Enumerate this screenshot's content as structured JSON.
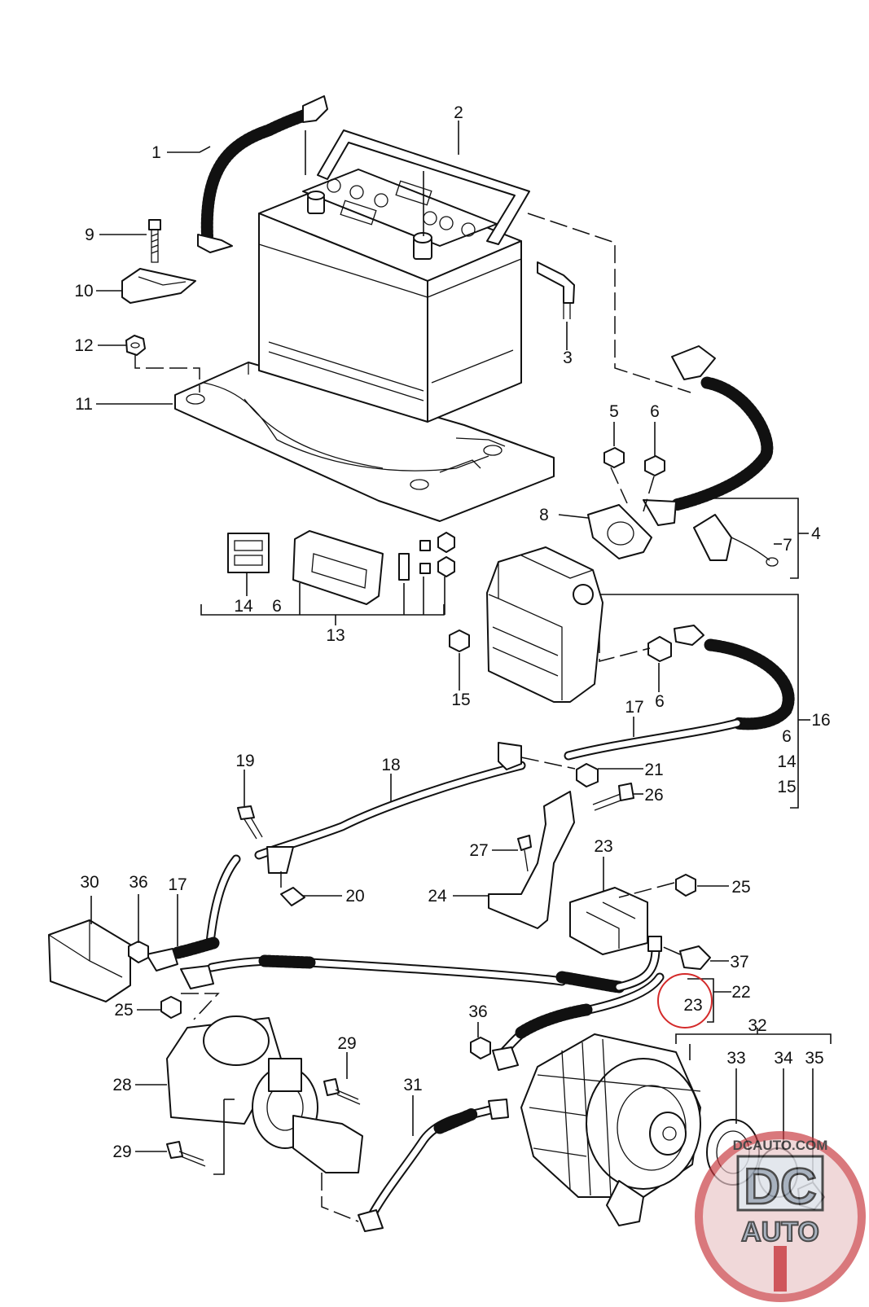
{
  "callouts": {
    "c1": "1",
    "c2": "2",
    "c3": "3",
    "c4": "4",
    "c5": "5",
    "c6a": "6",
    "c7": "7",
    "c8": "8",
    "c9": "9",
    "c10": "10",
    "c11": "11",
    "c12": "12",
    "c13": "13",
    "c14a": "14",
    "c6b": "6",
    "c15a": "15",
    "c6c": "6",
    "c16": "16",
    "c6d": "6",
    "c14b": "14",
    "c15b": "15",
    "c17a": "17",
    "c18": "18",
    "c19": "19",
    "c20": "20",
    "c21": "21",
    "c26": "26",
    "c27": "27",
    "c23a": "23",
    "c24": "24",
    "c25a": "25",
    "c30": "30",
    "c36a": "36",
    "c17b": "17",
    "c37": "37",
    "c22": "22",
    "c23b": "23",
    "c25b": "25",
    "c36b": "36",
    "c32": "32",
    "c33": "33",
    "c34": "34",
    "c35": "35",
    "c28": "28",
    "c29a": "29",
    "c31": "31",
    "c29b": "29"
  },
  "watermark": {
    "domain": "DCAUTO.COM",
    "initials": "DC",
    "word": "AUTO",
    "ring_color": "#c7393f",
    "fill_color": "#e9c6c8"
  },
  "highlight": {
    "color": "#d42a2a"
  }
}
